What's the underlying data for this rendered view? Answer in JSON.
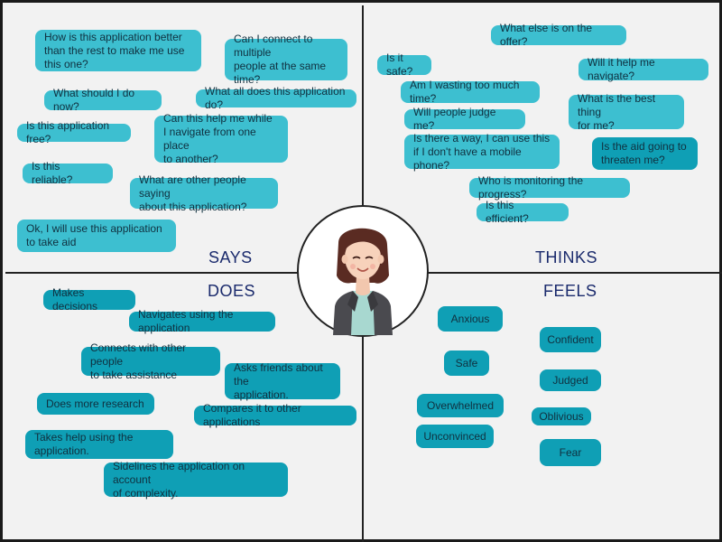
{
  "quadrants": {
    "says": "SAYS",
    "thinks": "THINKS",
    "does": "DOES",
    "feels": "FEELS"
  },
  "says": [
    "How is this application better\nthan the rest to make me use\nthis one?",
    "Can I connect to multiple\npeople at the same time?",
    "What should I do now?",
    "What all does this application do?",
    "Is this application free?",
    "Can this help me while\nI navigate from one place\nto another?",
    "Is this reliable?",
    "What are other people saying\nabout this application?",
    "Ok, I will use this application\nto take aid"
  ],
  "thinks": [
    "What else is on the offer?",
    "Is it safe?",
    "Will it help me navigate?",
    "Am I wasting too much time?",
    "What is the best thing\nfor me?",
    "Will people judge me?",
    "Is there a way, I can use this\nif I don't have a mobile phone?",
    "Is the aid going to\nthreaten me?",
    "Who is monitoring the progress?",
    "Is this efficient?"
  ],
  "does": [
    "Makes decisions",
    "Navigates using the application",
    "Connects with other people\nto take assistance",
    "Asks friends about the\napplication.",
    "Does more research",
    "Compares it to other applications",
    "Takes help using the application.",
    "Sidelines the application on account\nof complexity."
  ],
  "feels": [
    "Anxious",
    "Confident",
    "Safe",
    "Judged",
    "Overwhelmed",
    "Oblivious",
    "Unconvinced",
    "Fear"
  ],
  "colors": {
    "note_light": "#3dbfd0",
    "note_dark": "#0f9fb5",
    "label": "#1a2a6c",
    "background": "#f2f2f2"
  },
  "persona": {
    "icon": "woman-avatar-icon"
  }
}
